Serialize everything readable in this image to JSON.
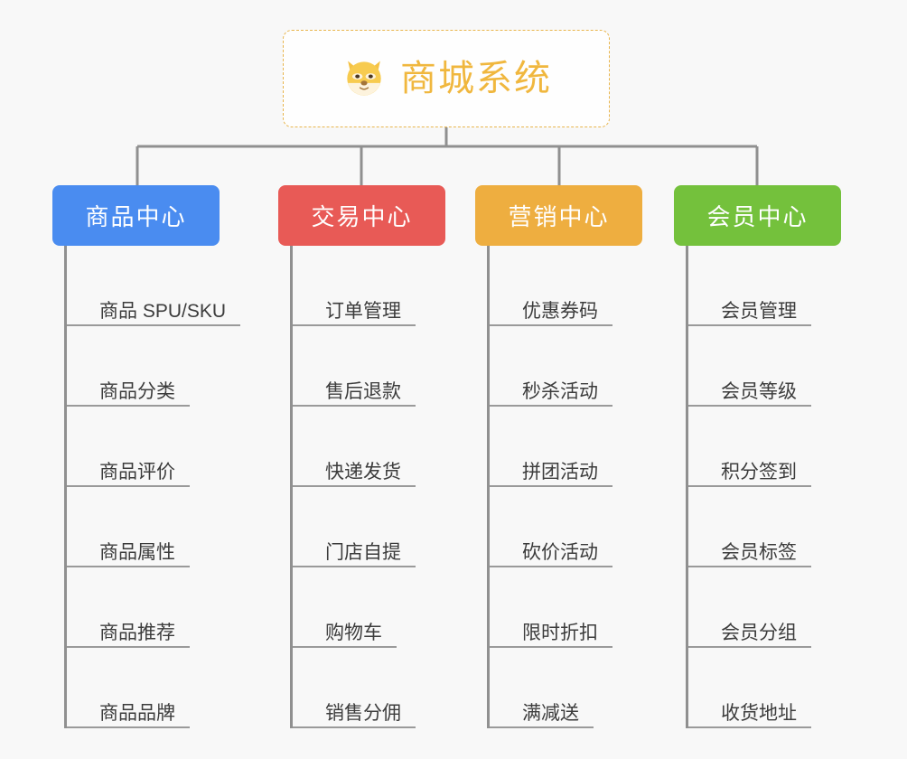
{
  "background_color": "#f8f8f8",
  "root": {
    "icon": "shiba-dog-face-emoji",
    "title": "商城系统",
    "title_color": "#f0b73e",
    "border_color": "#e8b54d"
  },
  "connector_color": "#909090",
  "columns": [
    {
      "id": "product-center",
      "title": "商品中心",
      "color": "#4a8cf0",
      "items": [
        "商品 SPU/SKU",
        "商品分类",
        "商品评价",
        "商品属性",
        "商品推荐",
        "商品品牌"
      ]
    },
    {
      "id": "trade-center",
      "title": "交易中心",
      "color": "#e85a56",
      "items": [
        "订单管理",
        "售后退款",
        "快递发货",
        "门店自提",
        "购物车",
        "销售分佣"
      ]
    },
    {
      "id": "marketing-center",
      "title": "营销中心",
      "color": "#eeae40",
      "items": [
        "优惠券码",
        "秒杀活动",
        "拼团活动",
        "砍价活动",
        "限时折扣",
        "满减送"
      ]
    },
    {
      "id": "member-center",
      "title": "会员中心",
      "color": "#74c13c",
      "items": [
        "会员管理",
        "会员等级",
        "积分签到",
        "会员标签",
        "会员分组",
        "收货地址"
      ]
    }
  ]
}
